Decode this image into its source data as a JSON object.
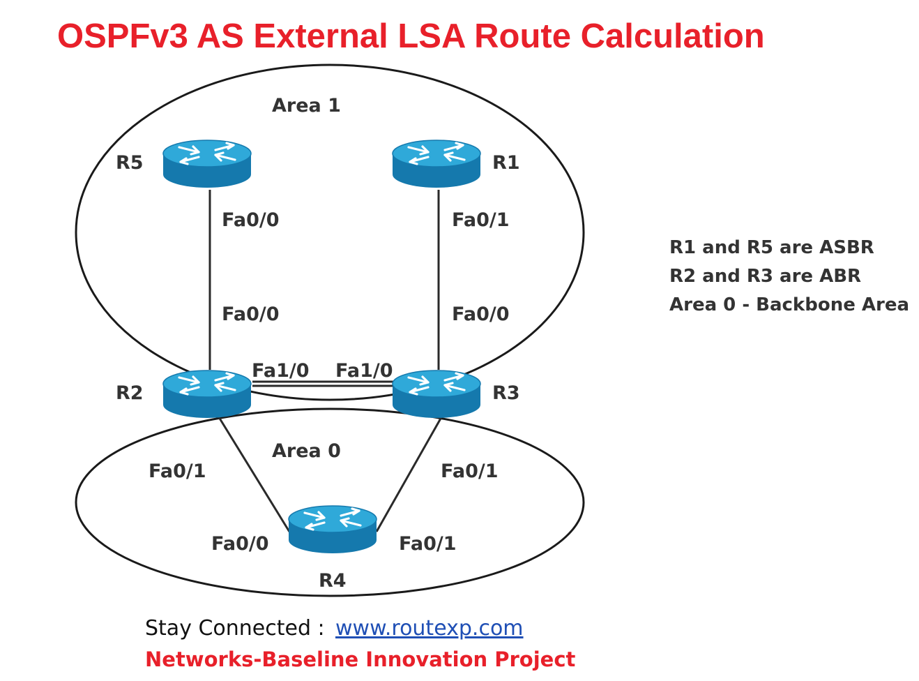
{
  "title": "OSPFv3 AS External LSA Route Calculation",
  "colors": {
    "title": "#e8202a",
    "footer_project": "#e8202a",
    "link": "#1f4fb5",
    "router_top": "#2fa9d9",
    "router_side": "#1579ad",
    "router_arrows": "#ffffff"
  },
  "areas": {
    "area1": {
      "label": "Area 1"
    },
    "area0": {
      "label": "Area 0"
    }
  },
  "routers": {
    "r1": {
      "label": "R1",
      "icon": "router-icon"
    },
    "r2": {
      "label": "R2",
      "icon": "router-icon"
    },
    "r3": {
      "label": "R3",
      "icon": "router-icon"
    },
    "r4": {
      "label": "R4",
      "icon": "router-icon"
    },
    "r5": {
      "label": "R5",
      "icon": "router-icon"
    }
  },
  "interfaces": {
    "r5_fa00": "Fa0/0",
    "r2_fa00": "Fa0/0",
    "r1_fa01": "Fa0/1",
    "r3_fa00": "Fa0/0",
    "r2_fa10": "Fa1/0",
    "r3_fa10": "Fa1/0",
    "r2_fa01": "Fa0/1",
    "r3_fa01": "Fa0/1",
    "r4_fa00": "Fa0/0",
    "r4_fa01": "Fa0/1"
  },
  "notes": [
    "R1 and R5 are ASBR",
    "R2 and R3 are ABR",
    "Area 0 - Backbone Area"
  ],
  "footer": {
    "stay_connected": "Stay Connected : ",
    "link_text": "www.routexp.com",
    "project": "Networks-Baseline Innovation Project"
  }
}
